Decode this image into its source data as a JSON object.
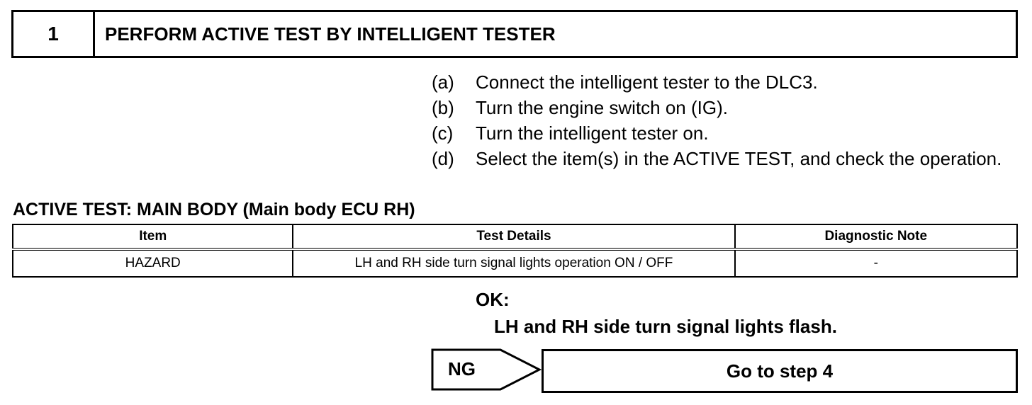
{
  "header": {
    "step_number": "1",
    "title": "PERFORM ACTIVE TEST BY INTELLIGENT TESTER"
  },
  "steps": [
    {
      "label": "(a)",
      "text": "Connect the intelligent tester to the DLC3."
    },
    {
      "label": "(b)",
      "text": "Turn the engine switch on (IG)."
    },
    {
      "label": "(c)",
      "text": "Turn the intelligent tester on."
    },
    {
      "label": "(d)",
      "text": "Select the item(s) in the ACTIVE TEST, and check the operation."
    }
  ],
  "active_test": {
    "title": "ACTIVE TEST: MAIN BODY (Main body ECU RH)",
    "columns": [
      "Item",
      "Test Details",
      "Diagnostic Note"
    ],
    "rows": [
      [
        "HAZARD",
        "LH and RH side turn signal lights operation ON / OFF",
        "-"
      ]
    ]
  },
  "result": {
    "ok_label": "OK:",
    "ok_text": "LH and RH side turn signal lights flash.",
    "ng_label": "NG",
    "ng_action": "Go to step 4"
  }
}
